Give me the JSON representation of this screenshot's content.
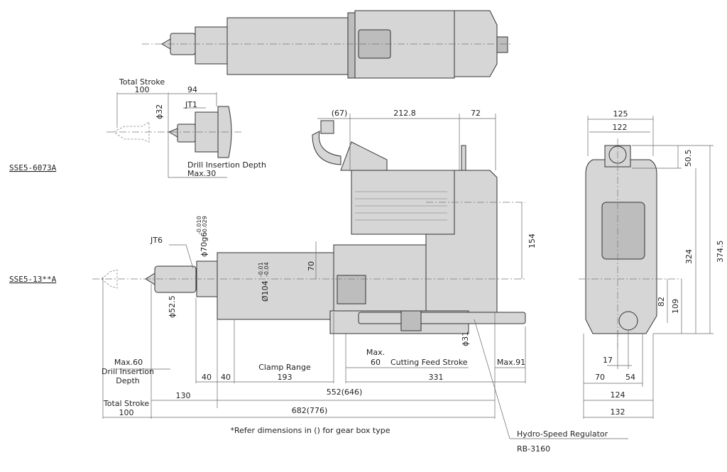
{
  "models": {
    "small": "SSE5-6073A",
    "large": "SSE5-13**A"
  },
  "inset": {
    "total_stroke_label": "Total Stroke",
    "total_stroke_value": "100",
    "dim_94": "94",
    "dia_32": "ϕ32",
    "chuck": "JT1",
    "drill_depth_label": "Drill Insertion Depth",
    "drill_depth_value": "Max.30"
  },
  "side": {
    "dim_67": "(67)",
    "dim_212_8": "212.8",
    "dim_72": "72",
    "dim_154": "154",
    "dim_70": "70",
    "chuck": "JT6",
    "dia_70g6": "ϕ70g6",
    "tol_70_upper": "-0.010",
    "tol_70_lower": "-0.029",
    "dia_104": "Ø104",
    "tol_104_upper": "-0.01",
    "tol_104_lower": "-0.04",
    "dia_52_5": "ϕ52.5",
    "dia_31": "ϕ31",
    "max60_left": "Max.60",
    "drill_depth_l1": "Drill Insertion",
    "drill_depth_l2": "Depth",
    "dim_40a": "40",
    "dim_40b": "40",
    "clamp_label": "Clamp Range",
    "clamp_value": "193",
    "max_label": "Max.",
    "max_value": "60",
    "cutting_label": "Cutting Feed Stroke",
    "dim_331": "331",
    "max91": "Max.91",
    "dim_130": "130",
    "dim_552": "552(646)",
    "total_stroke_label": "Total Stroke",
    "total_stroke_value": "100",
    "dim_682": "682(776)",
    "note": "*Refer dimensions in () for gear box type",
    "regulator_label": "Hydro-Speed Regulator",
    "regulator_model": "RB-3160"
  },
  "end": {
    "dim_125": "125",
    "dim_122": "122",
    "dim_50_5": "50.5",
    "dim_374_5": "374.5",
    "dim_324": "324",
    "dim_82": "82",
    "dim_109": "109",
    "dim_17": "17",
    "dim_70": "70",
    "dim_54": "54",
    "dim_124": "124",
    "dim_132": "132"
  }
}
